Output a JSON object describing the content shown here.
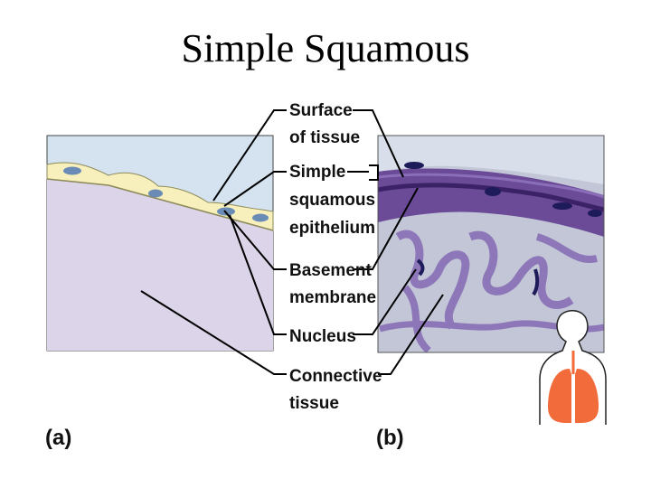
{
  "title": "Simple Squamous",
  "labels": {
    "surface": [
      "Surface",
      "of tissue"
    ],
    "epithelium": [
      "Simple",
      "squamous",
      "epithelium"
    ],
    "basement": [
      "Basement",
      "membrane"
    ],
    "nucleus": "Nucleus",
    "connective": [
      "Connective",
      "tissue"
    ]
  },
  "panels": {
    "a": "(a)",
    "b": "(b)"
  },
  "colors": {
    "lumen": "#d4e3ef",
    "connective_a": "#dcd4e9",
    "epithelium_a": "#f7efbc",
    "nucleus": "#6a8bb5",
    "micro_bg": "#c2c6d6",
    "micro_tissue": "#6b4a98",
    "lung": "#f26b3a"
  },
  "icon": "body-with-lungs-icon"
}
